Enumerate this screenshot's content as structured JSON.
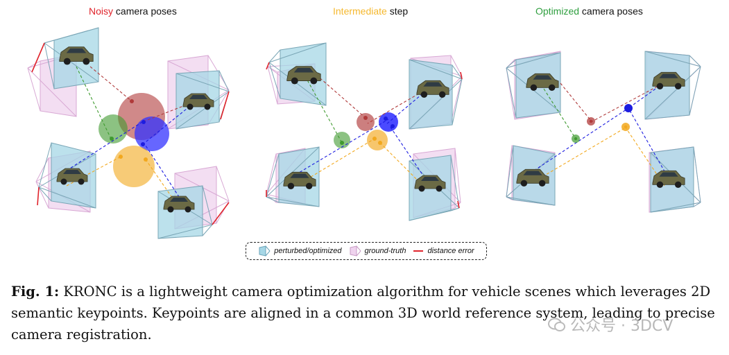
{
  "panels": [
    {
      "highlight": "Noisy",
      "highlight_color": "#e0232b",
      "rest": " camera poses"
    },
    {
      "highlight": "Intermediate",
      "highlight_color": "#f5b82e",
      "rest": " step"
    },
    {
      "highlight": "Optimized",
      "highlight_color": "#2e9e3e",
      "rest": " camera poses"
    }
  ],
  "legend": {
    "perturbed": "perturbed/optimized",
    "ground_truth": "ground-truth",
    "distance": "distance error"
  },
  "caption": {
    "label": "Fig. 1:",
    "text": " KRONC is a lightweight camera optimization algorithm for vehicle scenes which leverages 2D semantic keypoints. Keypoints are aligned in a common 3D world reference system, leading to precise camera registration."
  },
  "watermark": "公众号 · 3DCV",
  "colors": {
    "red_kp": "#b03a3a",
    "green_kp": "#3f9a2f",
    "blue_kp": "#1c1ce0",
    "yellow_kp": "#f2a81d",
    "camera_fill": "#a6d7e6",
    "gt_fill": "#efd3ee",
    "error": "#e0232b"
  }
}
